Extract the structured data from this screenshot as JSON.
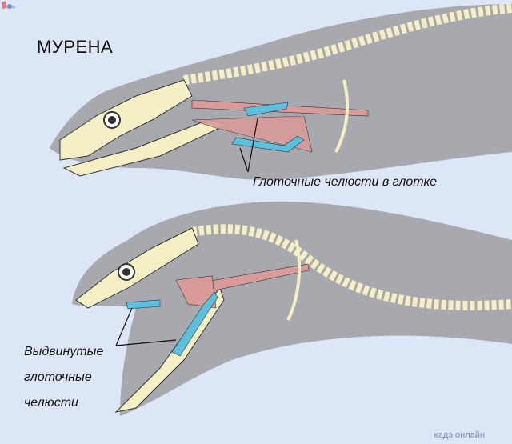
{
  "title": "МУРЕНА",
  "labels": {
    "top": "Глоточные челюсти в глотке",
    "bottom_line1": "Выдвинутые",
    "bottom_line2": "глоточные",
    "bottom_line3": "челюсти"
  },
  "watermark": "кадэ.онлайн",
  "colors": {
    "background": "#dde6f6",
    "body": "#a8a9ae",
    "bone": "#f4efc4",
    "muscle": "#d99a9a",
    "pharyngeal_jaw": "#5bbfe0"
  }
}
